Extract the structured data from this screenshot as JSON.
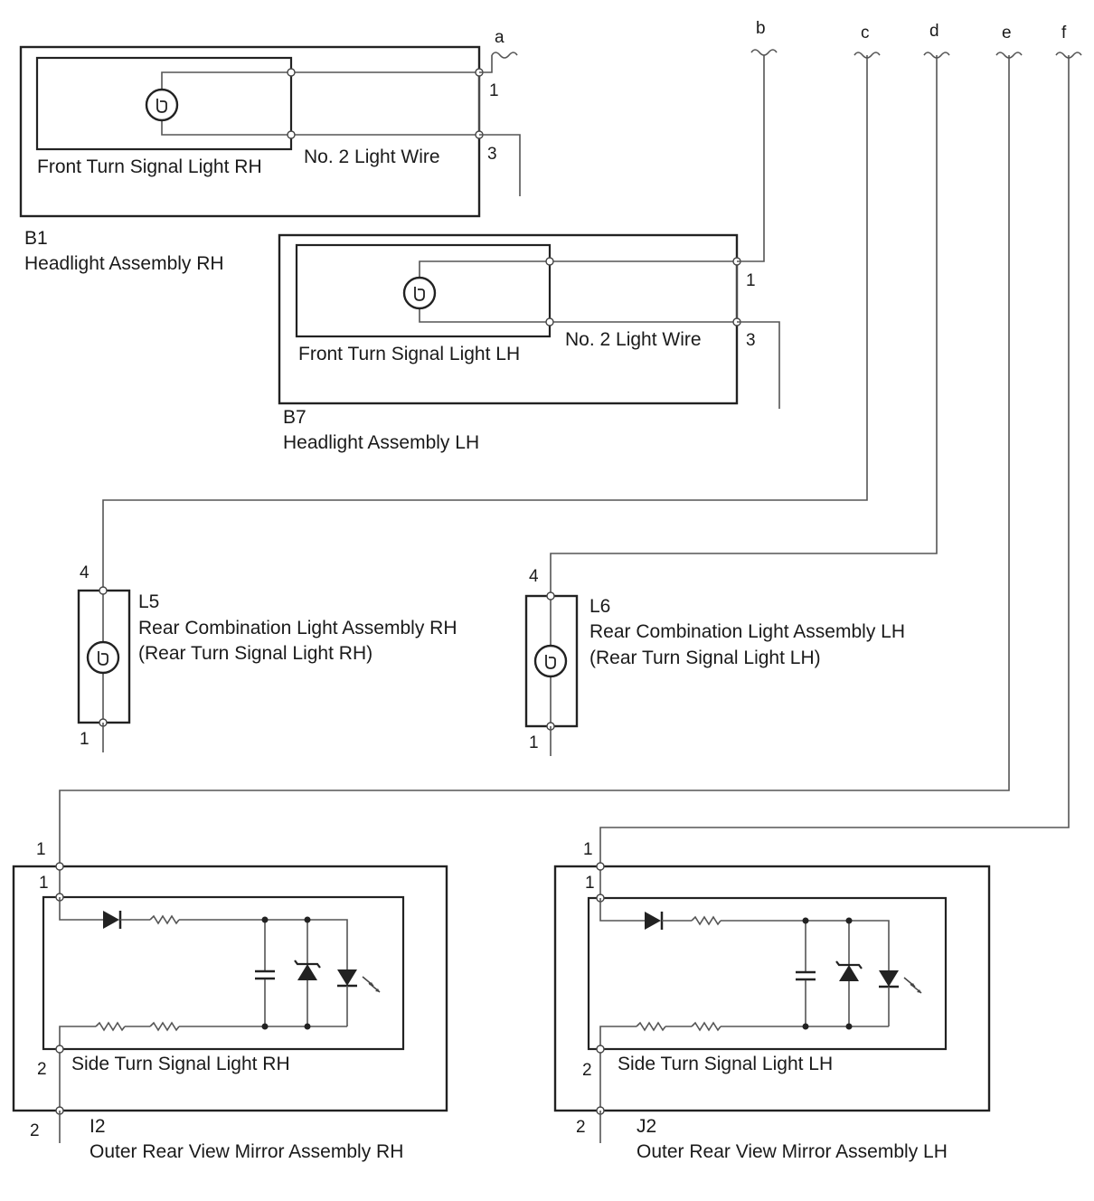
{
  "wire_ends": {
    "a": "a",
    "b": "b",
    "c": "c",
    "d": "d",
    "e": "e",
    "f": "f"
  },
  "b1": {
    "code": "B1",
    "name": "Headlight Assembly RH",
    "bulb_label": "Front Turn Signal Light RH",
    "wire_label": "No. 2 Light Wire",
    "pin_top": "1",
    "pin_bottom": "3"
  },
  "b7": {
    "code": "B7",
    "name": "Headlight Assembly LH",
    "bulb_label": "Front Turn Signal Light LH",
    "wire_label": "No. 2 Light Wire",
    "pin_top": "1",
    "pin_bottom": "3"
  },
  "l5": {
    "code": "L5",
    "name": "Rear Combination Light Assembly RH",
    "sub": "(Rear Turn Signal Light RH)",
    "pin_top": "4",
    "pin_bottom": "1"
  },
  "l6": {
    "code": "L6",
    "name": "Rear Combination Light Assembly LH",
    "sub": "(Rear Turn Signal Light LH)",
    "pin_top": "4",
    "pin_bottom": "1"
  },
  "i2": {
    "code": "I2",
    "name": "Outer Rear View Mirror Assembly RH",
    "inner_label": "Side Turn Signal Light RH",
    "pin_outer_top": "1",
    "pin_inner_top": "1",
    "pin_inner_bottom": "2",
    "pin_outer_bottom": "2"
  },
  "j2": {
    "code": "J2",
    "name": "Outer Rear View Mirror Assembly LH",
    "inner_label": "Side Turn Signal Light LH",
    "pin_outer_top": "1",
    "pin_inner_top": "1",
    "pin_inner_bottom": "2",
    "pin_outer_bottom": "2"
  }
}
